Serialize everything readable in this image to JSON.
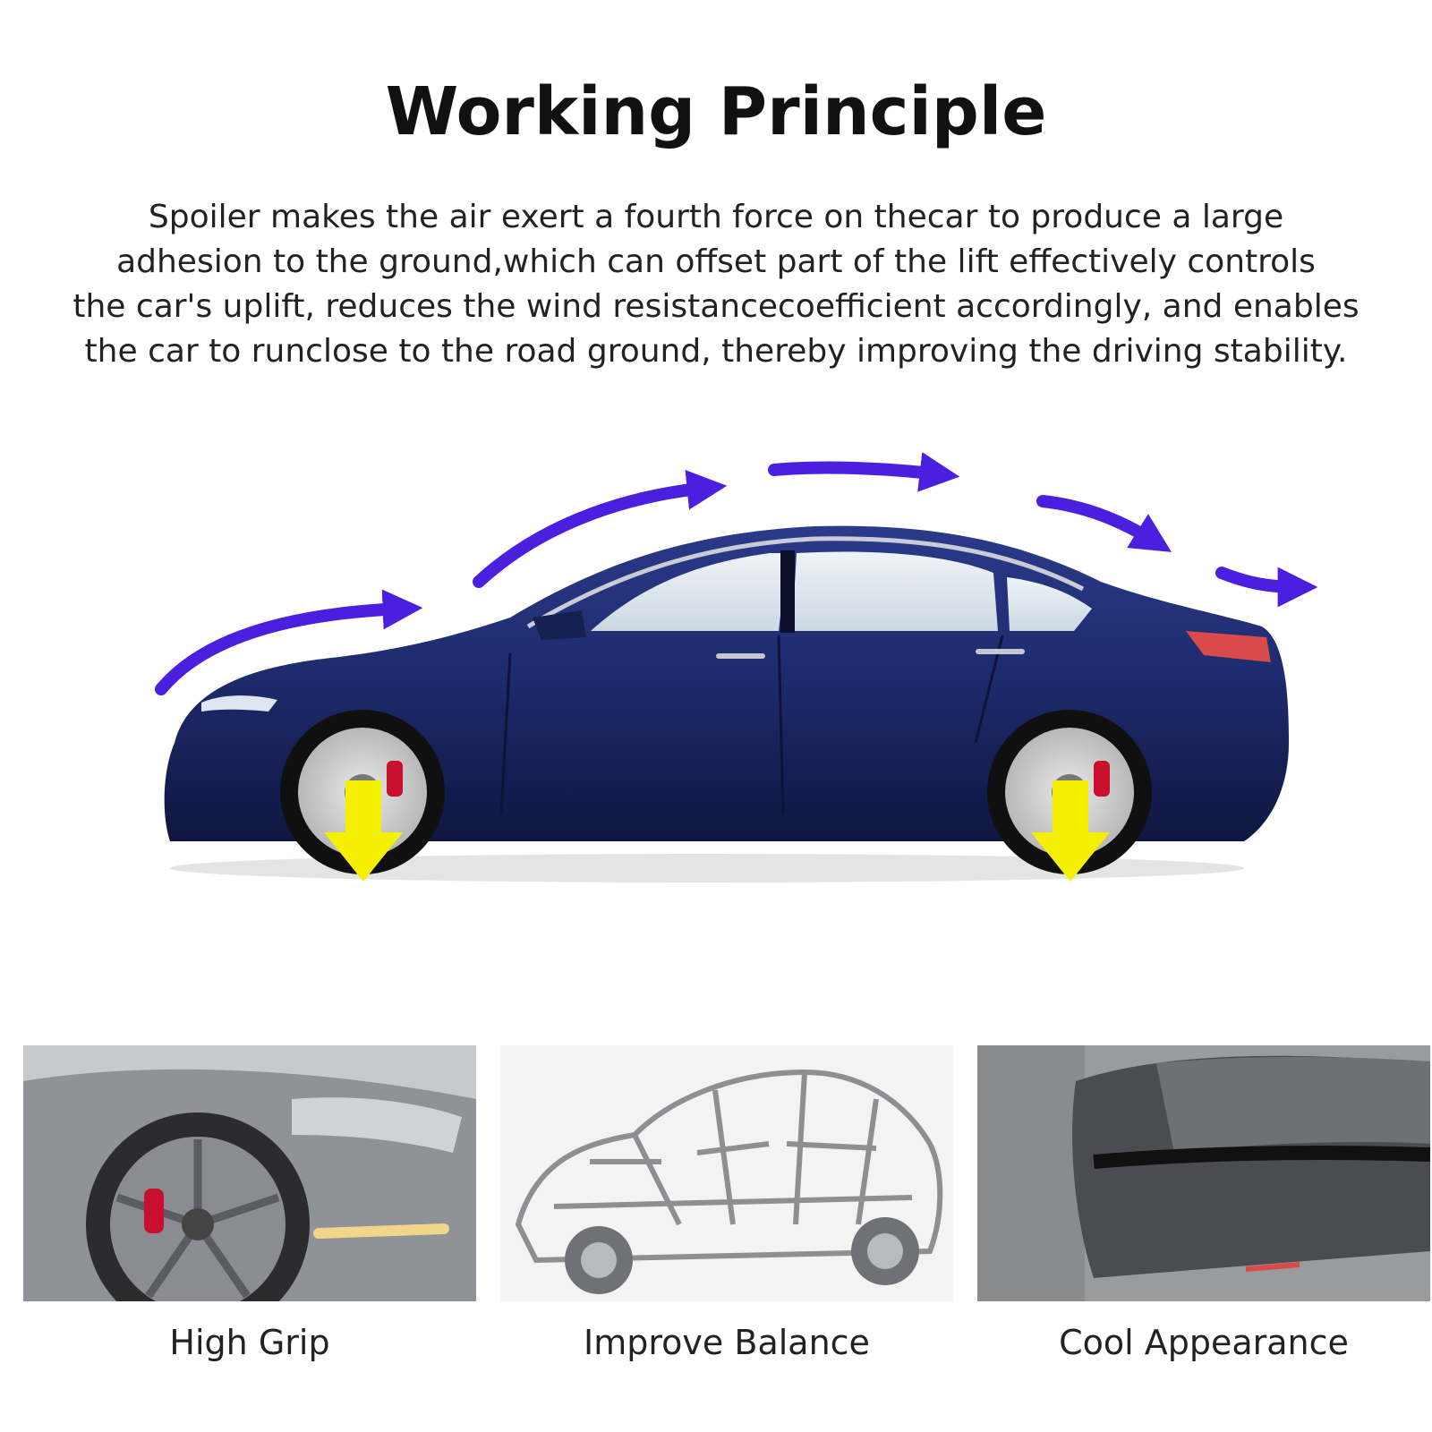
{
  "header": {
    "title": "Working Principle",
    "description_lines": [
      "Spoiler makes the air exert a fourth force on thecar to produce a large",
      "adhesion to the ground,which can offset part of the lift effectively controls",
      "the car's uplift, reduces the wind resistancecoefficient accordingly, and enables",
      "the car to runclose to the road ground, thereby improving the driving stability."
    ]
  },
  "hero": {
    "car_color": "#1d2a6b",
    "airflow_arrow_color": "#4a1fe0",
    "downforce_arrow_color": "#f5f000",
    "brake_caliper_color": "#c8102e"
  },
  "features": [
    {
      "caption": "High Grip",
      "icon": "front-wheel-closeup"
    },
    {
      "caption": "Improve Balance",
      "icon": "car-body-frame"
    },
    {
      "caption": "Cool Appearance",
      "icon": "rear-spoiler-closeup"
    }
  ]
}
